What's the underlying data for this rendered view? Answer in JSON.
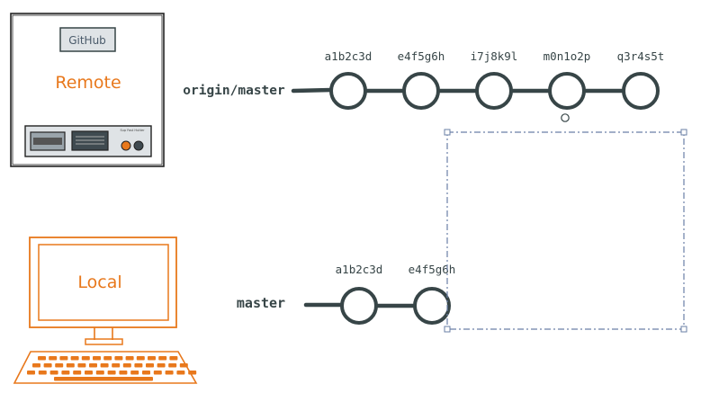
{
  "remote": {
    "badge": "GitHub",
    "label": "Remote",
    "tiny_text": "Sup Fast Hutter"
  },
  "local": {
    "label": "Local"
  },
  "remote_branch": {
    "name": "origin/master",
    "commits": [
      "a1b2c3d",
      "e4f5g6h",
      "i7j8k9l",
      "m0n1o2p",
      "q3r4s5t"
    ]
  },
  "local_branch": {
    "name": "master",
    "commits": [
      "a1b2c3d",
      "e4f5g6h"
    ]
  },
  "colors": {
    "ink": "#374547",
    "orange": "#e8781c",
    "selection": "#6a7fa6"
  }
}
